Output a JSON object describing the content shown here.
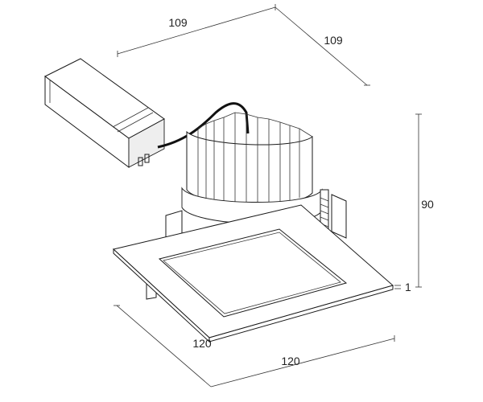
{
  "dimensions": {
    "top_width": "109",
    "top_depth": "109",
    "height": "90",
    "flange": "1",
    "bottom_depth": "120",
    "bottom_width": "120"
  },
  "colors": {
    "line": "#1a1a1a",
    "cable": "#111111",
    "background": "#ffffff"
  }
}
